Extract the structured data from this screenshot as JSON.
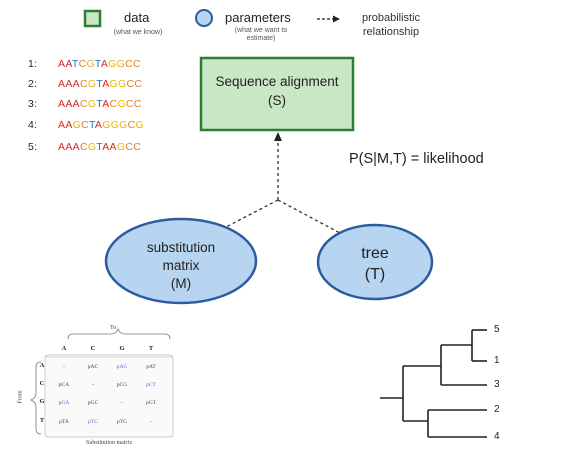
{
  "legend": {
    "data_label": "data",
    "data_sub": "(what we know)",
    "param_label": "parameters",
    "param_sub": "(what we want to estimate)",
    "arrow_label": "probabilistic relationship"
  },
  "sequences": [
    {
      "num": "1:",
      "seq": "AATCGTAGGCC"
    },
    {
      "num": "2:",
      "seq": "AAACGTAGGCC"
    },
    {
      "num": "3:",
      "seq": "AAACGTACGCC"
    },
    {
      "num": "4:",
      "seq": "AAGCTAGGGCG"
    },
    {
      "num": "5:",
      "seq": "AAACGTAAGCC"
    }
  ],
  "colors": {
    "A": "#d62728",
    "C": "#e67e22",
    "G": "#e6b800",
    "T": "#1f6fd1",
    "data_box": "#2e7d32",
    "param_fill": "#b7d4f0",
    "param_stroke": "#2b5d9e"
  },
  "nodes": {
    "alignment_title": "Sequence alignment",
    "alignment_sub": "(S)",
    "matrix_title": "substitution matrix",
    "matrix_sub": "(M)",
    "tree_title": "tree",
    "tree_sub": "(T)"
  },
  "likelihood": "P(S|M,T) = likelihood",
  "matrix_table": {
    "to_label": "To",
    "from_label": "From",
    "caption": "Substitution matrix",
    "cols": [
      "A",
      "C",
      "G",
      "T"
    ],
    "rows": [
      {
        "label": "A",
        "cells": [
          "–",
          "pAC",
          "pAG",
          "pAT"
        ]
      },
      {
        "label": "C",
        "cells": [
          "pCA",
          "–",
          "pCG",
          "pCT"
        ]
      },
      {
        "label": "G",
        "cells": [
          "pGA",
          "pGC",
          "–",
          "pGT"
        ]
      },
      {
        "label": "T",
        "cells": [
          "pTA",
          "pTC",
          "pTG",
          "–"
        ]
      }
    ]
  },
  "tree_tips": [
    "5",
    "1",
    "3",
    "2",
    "4"
  ]
}
